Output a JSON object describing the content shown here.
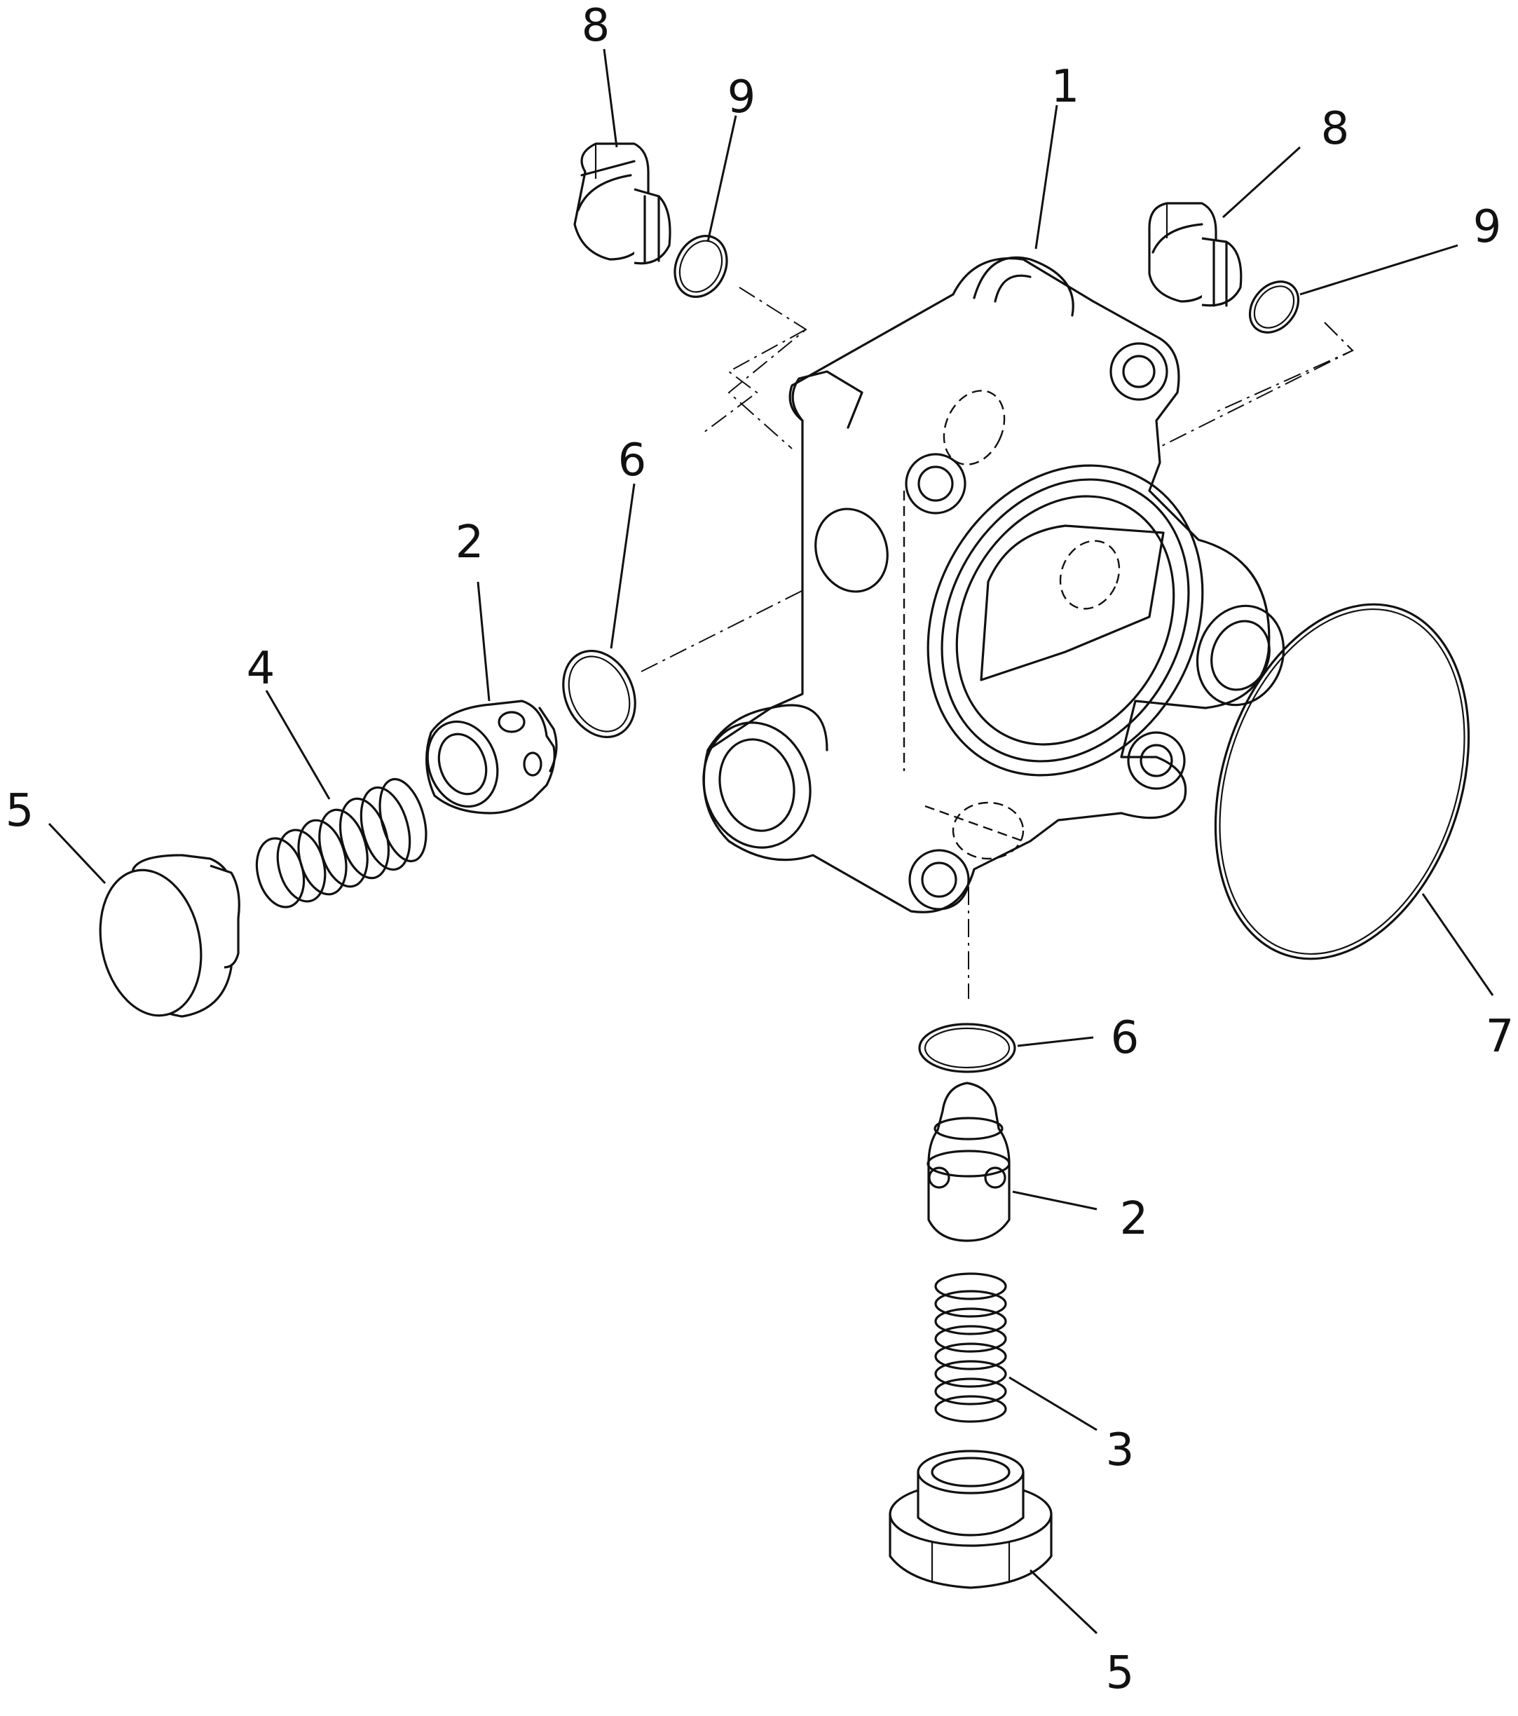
{
  "callouts": {
    "c8a": "8",
    "c9a": "9",
    "c1": "1",
    "c8b": "8",
    "c9b": "9",
    "c6a": "6",
    "c2a": "2",
    "c4": "4",
    "c5a": "5",
    "c6b": "6",
    "c2b": "2",
    "c3": "3",
    "c5b": "5",
    "c7": "7"
  }
}
